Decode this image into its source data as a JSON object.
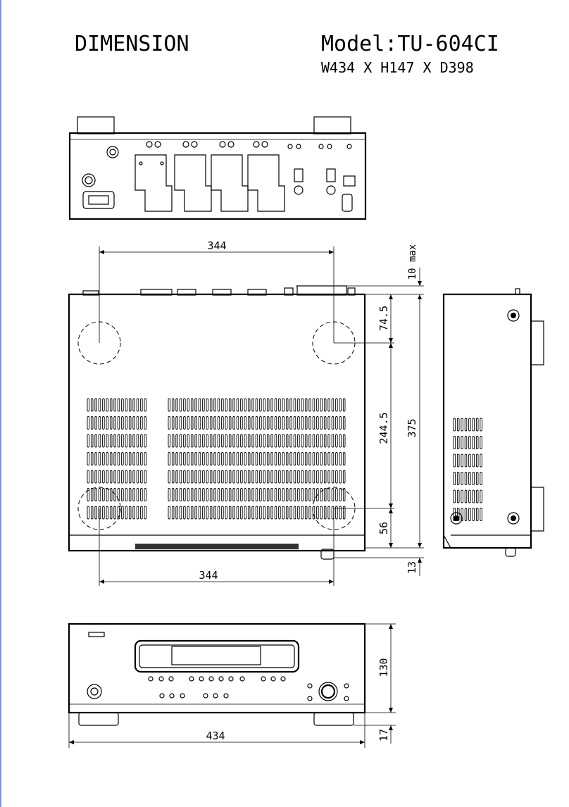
{
  "heading": {
    "title": "DIMENSION",
    "model": "Model:TU-604CI",
    "size": "W434 X H147 X D398"
  },
  "dimensions": {
    "top_width": "344",
    "protrusion": "10 max",
    "foot_front_offset": "74.5",
    "foot_spacing": "244.5",
    "depth": "375",
    "foot_rear_offset": "56",
    "knob_protrusion": "13",
    "bottom_width": "344",
    "height": "130",
    "foot_height": "17",
    "total_width": "434"
  },
  "colors": {
    "line": "#000000",
    "border": "#8a8fd8"
  }
}
